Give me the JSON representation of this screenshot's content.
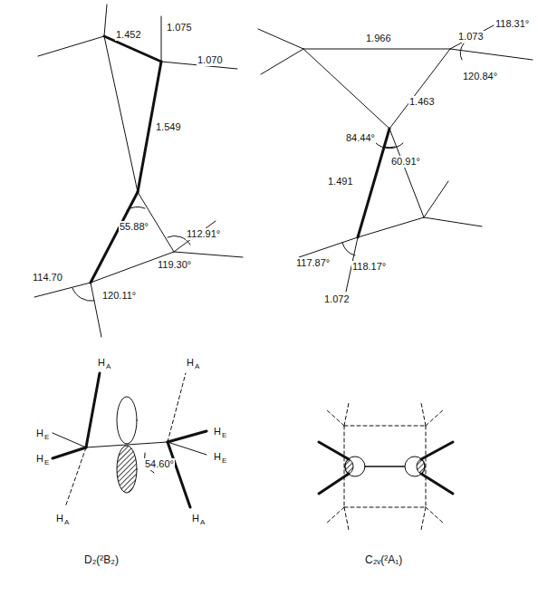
{
  "diagram": {
    "labels": [
      "1.452",
      "1.075",
      "1.070",
      "1.549",
      "55.88°",
      "112.91°",
      "119.30°",
      "114.70",
      "120.11°",
      "1.966",
      "1.073",
      "118.31°",
      "120.84°",
      "84.44°",
      "1.463",
      "60.91°",
      "1.491",
      "117.87°",
      "118.17°",
      "1.072",
      "H",
      "A",
      "H",
      "A",
      "H",
      "E",
      "H",
      "E",
      "54.60°",
      "H",
      "E",
      "H",
      "E",
      "H",
      "A",
      "H",
      "A",
      "D₂(²B₂)",
      "C₂ᵥ(²A₁)"
    ]
  }
}
